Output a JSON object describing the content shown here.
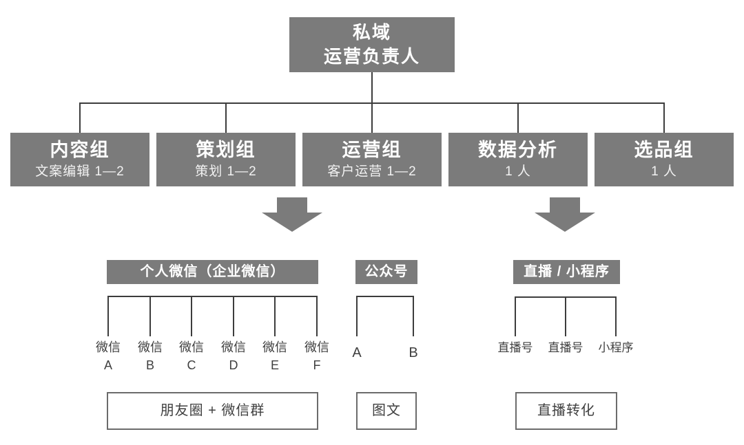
{
  "colors": {
    "box_gray": "#7b7b7b",
    "box_text": "#ffffff",
    "line": "#3c3c3c",
    "leaf_text": "#3f3f3f",
    "outline_border": "#6b6b6b"
  },
  "root": {
    "line1": "私域",
    "line2": "运营负责人"
  },
  "departments": [
    {
      "title": "内容组",
      "subtitle": "文案编辑 1—2"
    },
    {
      "title": "策划组",
      "subtitle": "策划 1—2"
    },
    {
      "title": "运营组",
      "subtitle": "客户运营 1—2"
    },
    {
      "title": "数据分析",
      "subtitle": "1 人"
    },
    {
      "title": "选品组",
      "subtitle": "1 人"
    }
  ],
  "arrows": [
    {
      "name": "down-arrow-left"
    },
    {
      "name": "down-arrow-right"
    }
  ],
  "channels": [
    {
      "header": "个人微信（企业微信）",
      "leaves": [
        {
          "line1": "微信",
          "line2": "A"
        },
        {
          "line1": "微信",
          "line2": "B"
        },
        {
          "line1": "微信",
          "line2": "C"
        },
        {
          "line1": "微信",
          "line2": "D"
        },
        {
          "line1": "微信",
          "line2": "E"
        },
        {
          "line1": "微信",
          "line2": "F"
        }
      ],
      "footer": "朋友圈 + 微信群"
    },
    {
      "header": "公众号",
      "leaves": [
        {
          "line1": "A"
        },
        {
          "line1": "B"
        }
      ],
      "footer": "图文"
    },
    {
      "header": "直播 / 小程序",
      "leaves": [
        {
          "line1": "直播号"
        },
        {
          "line1": "直播号"
        },
        {
          "line1": "小程序"
        }
      ],
      "footer": "直播转化"
    }
  ]
}
